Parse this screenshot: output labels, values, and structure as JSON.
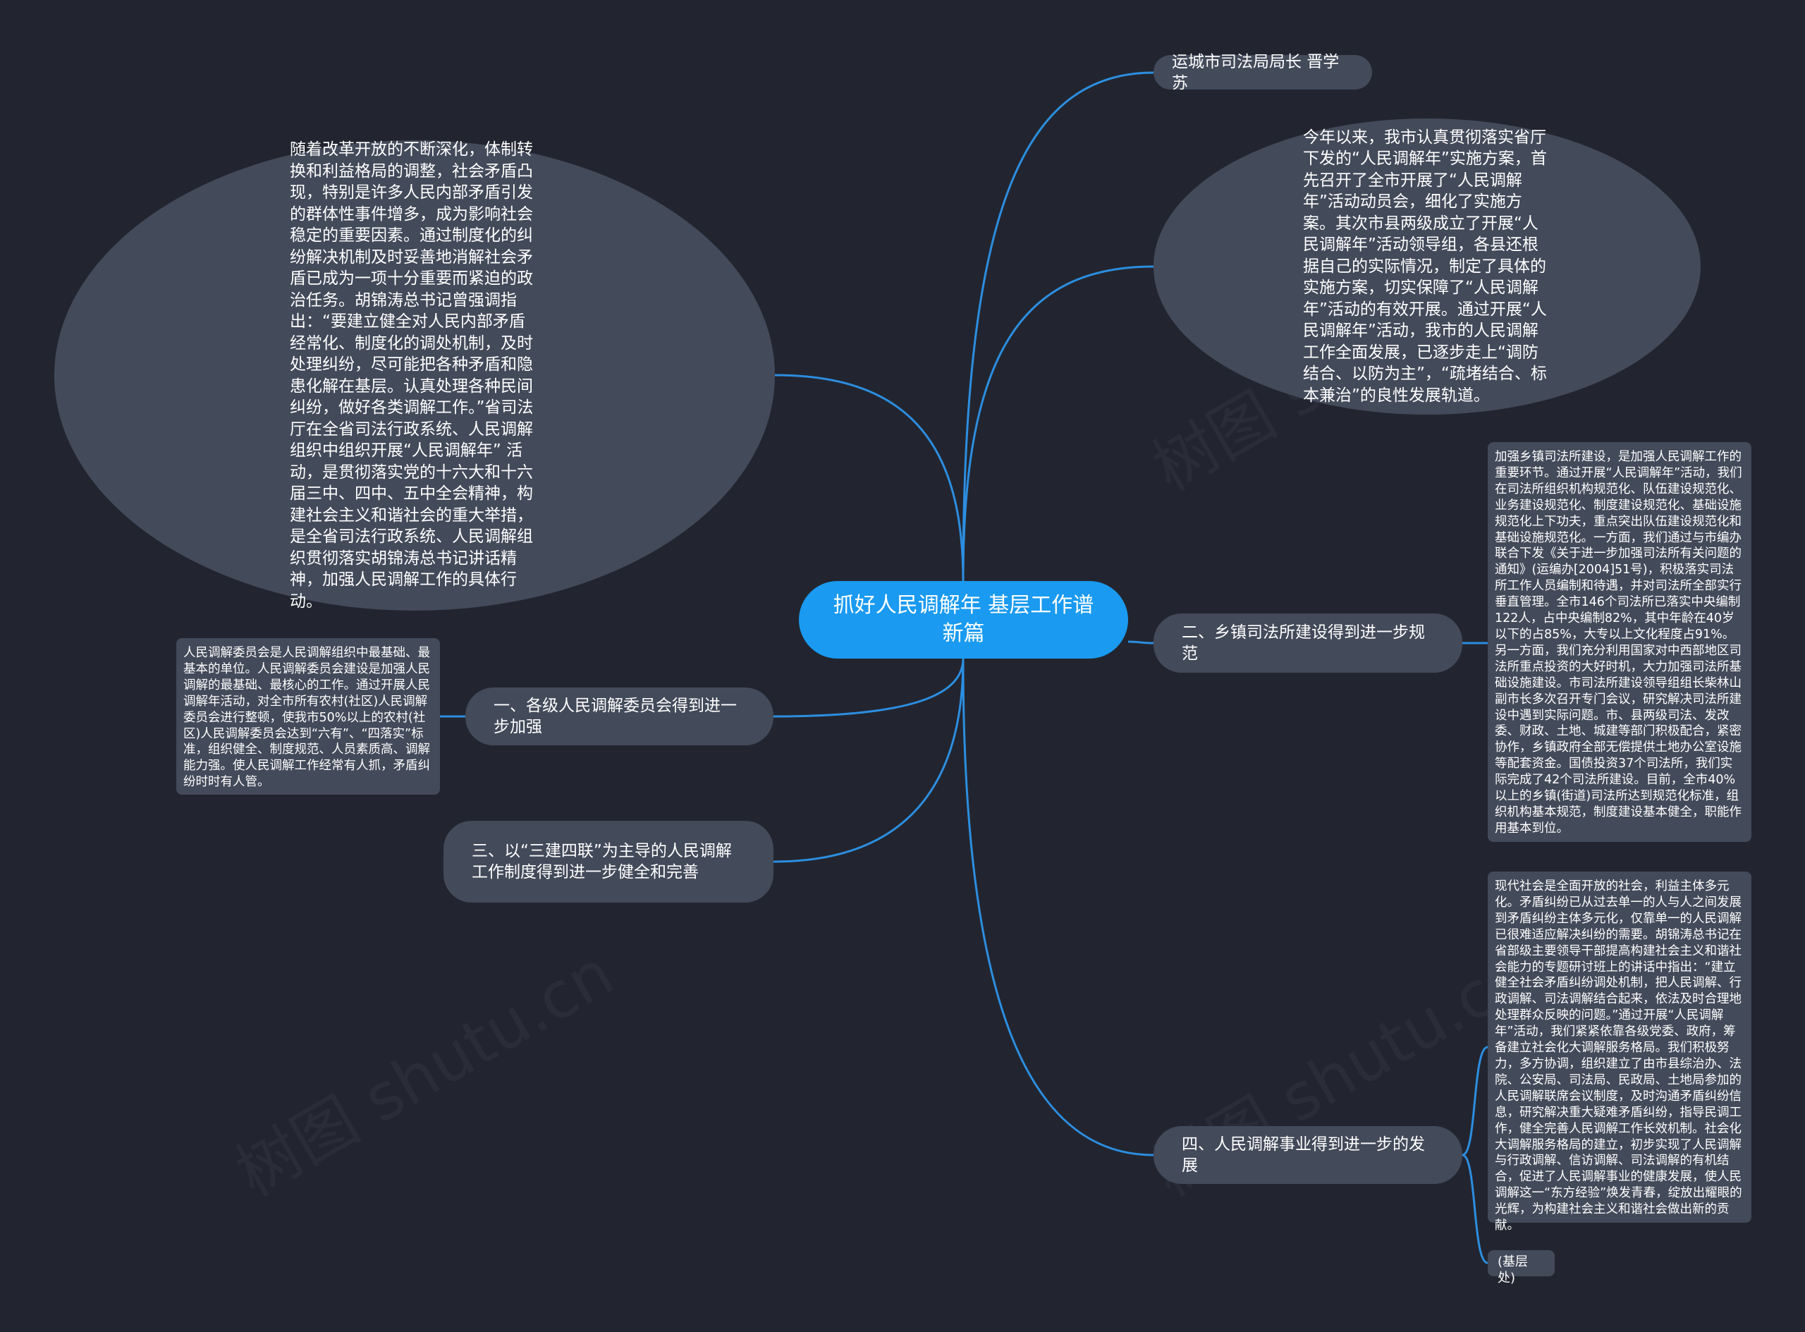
{
  "center": {
    "title": "抓好人民调解年 基层工作谱新篇"
  },
  "watermark": "树图 shutu.cn",
  "nodes": {
    "author": "运城市司法局局长 晋学苏",
    "intro_right": "今年以来，我市认真贯彻落实省厅下发的“人民调解年”实施方案，首先召开了全市开展了“人民调解年”活动动员会，细化了实施方案。其次市县两级成立了开展“人民调解年”活动领导组，各县还根据自己的实际情况，制定了具体的实施方案，切实保障了“人民调解年”活动的有效开展。通过开展“人民调解年”活动，我市的人民调解工作全面发展，已逐步走上“调防结合、以防为主”，“疏堵结合、标本兼治”的良性发展轨道。",
    "intro_left": "随着改革开放的不断深化，体制转换和利益格局的调整，社会矛盾凸现，特别是许多人民内部矛盾引发的群体性事件增多，成为影响社会稳定的重要因素。通过制度化的纠纷解决机制及时妥善地消解社会矛盾已成为一项十分重要而紧迫的政治任务。胡锦涛总书记曾强调指出：“要建立健全对人民内部矛盾经常化、制度化的调处机制，及时处理纠纷，尽可能把各种矛盾和隐患化解在基层。认真处理各种民间纠纷，做好各类调解工作。”省司法厅在全省司法行政系统、人民调解组织中组织开展“人民调解年” 活动，是贯彻落实党的十六大和十六届三中、四中、五中全会精神，构建社会主义和谐社会的重大举措，是全省司法行政系统、人民调解组织贯彻落实胡锦涛总书记讲话精神，加强人民调解工作的具体行动。",
    "section1": {
      "title": "一、各级人民调解委员会得到进一步加强",
      "detail": "人民调解委员会是人民调解组织中最基础、最基本的单位。人民调解委员会建设是加强人民调解的最基础、最核心的工作。通过开展人民调解年活动，对全市所有农村(社区)人民调解委员会进行整顿，使我市50%以上的农村(社区)人民调解委员会达到“六有”、“四落实”标准，组织健全、制度规范、人员素质高、调解能力强。使人民调解工作经常有人抓，矛盾纠纷时时有人管。"
    },
    "section2": {
      "title": "二、乡镇司法所建设得到进一步规范",
      "detail": "加强乡镇司法所建设，是加强人民调解工作的重要环节。通过开展“人民调解年”活动，我们在司法所组织机构规范化、队伍建设规范化、业务建设规范化、制度建设规范化、基础设施规范化上下功夫，重点突出队伍建设规范化和基础设施规范化。一方面，我们通过与市编办联合下发《关于进一步加强司法所有关问题的通知》(运编办[2004]51号)，积极落实司法所工作人员编制和待遇，并对司法所全部实行垂直管理。全市146个司法所已落实中央编制122人，占中央编制82%，其中年龄在40岁以下的占85%，大专以上文化程度占91%。另一方面，我们充分利用国家对中西部地区司法所重点投资的大好时机，大力加强司法所基础设施建设。市司法所建设领导组组长柴林山副市长多次召开专门会议，研究解决司法所建设中遇到实际问题。市、县两级司法、发改委、财政、土地、城建等部门积极配合，紧密协作，乡镇政府全部无偿提供土地办公室设施等配套资金。国债投资37个司法所，我们实际完成了42个司法所建设。目前，全市40%以上的乡镇(街道)司法所达到规范化标准，组织机构基本规范，制度建设基本健全，职能作用基本到位。"
    },
    "section3": {
      "title": "三、以“三建四联”为主导的人民调解工作制度得到进一步健全和完善"
    },
    "section4": {
      "title": "四、人民调解事业得到进一步的发展",
      "detail": "现代社会是全面开放的社会，利益主体多元化。矛盾纠纷已从过去单一的人与人之间发展到矛盾纠纷主体多元化，仅靠单一的人民调解已很难适应解决纠纷的需要。胡锦涛总书记在省部级主要领导干部提高构建社会主义和谐社会能力的专题研讨班上的讲话中指出：“建立健全社会矛盾纠纷调处机制，把人民调解、行政调解、司法调解结合起来，依法及时合理地处理群众反映的问题。”通过开展“人民调解年”活动，我们紧紧依靠各级党委、政府，筹备建立社会化大调解服务格局。我们积极努力，多方协调，组织建立了由市县综治办、法院、公安局、司法局、民政局、土地局参加的人民调解联席会议制度，及时沟通矛盾纠纷信息，研究解决重大疑难矛盾纠纷，指导民调工作，健全完善人民调解工作长效机制。社会化大调解服务格局的建立，初步实现了人民调解与行政调解、信访调解、司法调解的有机结合，促进了人民调解事业的健康发展，使人民调解这一“东方经验”焕发青春，绽放出耀眼的光辉，为构建社会主义和谐社会做出新的贡献。",
      "source": "(基层处)"
    }
  },
  "colors": {
    "background": "#22252f",
    "node": "#434a5a",
    "center": "#1a9af0",
    "edge": "#2c8ee0"
  }
}
